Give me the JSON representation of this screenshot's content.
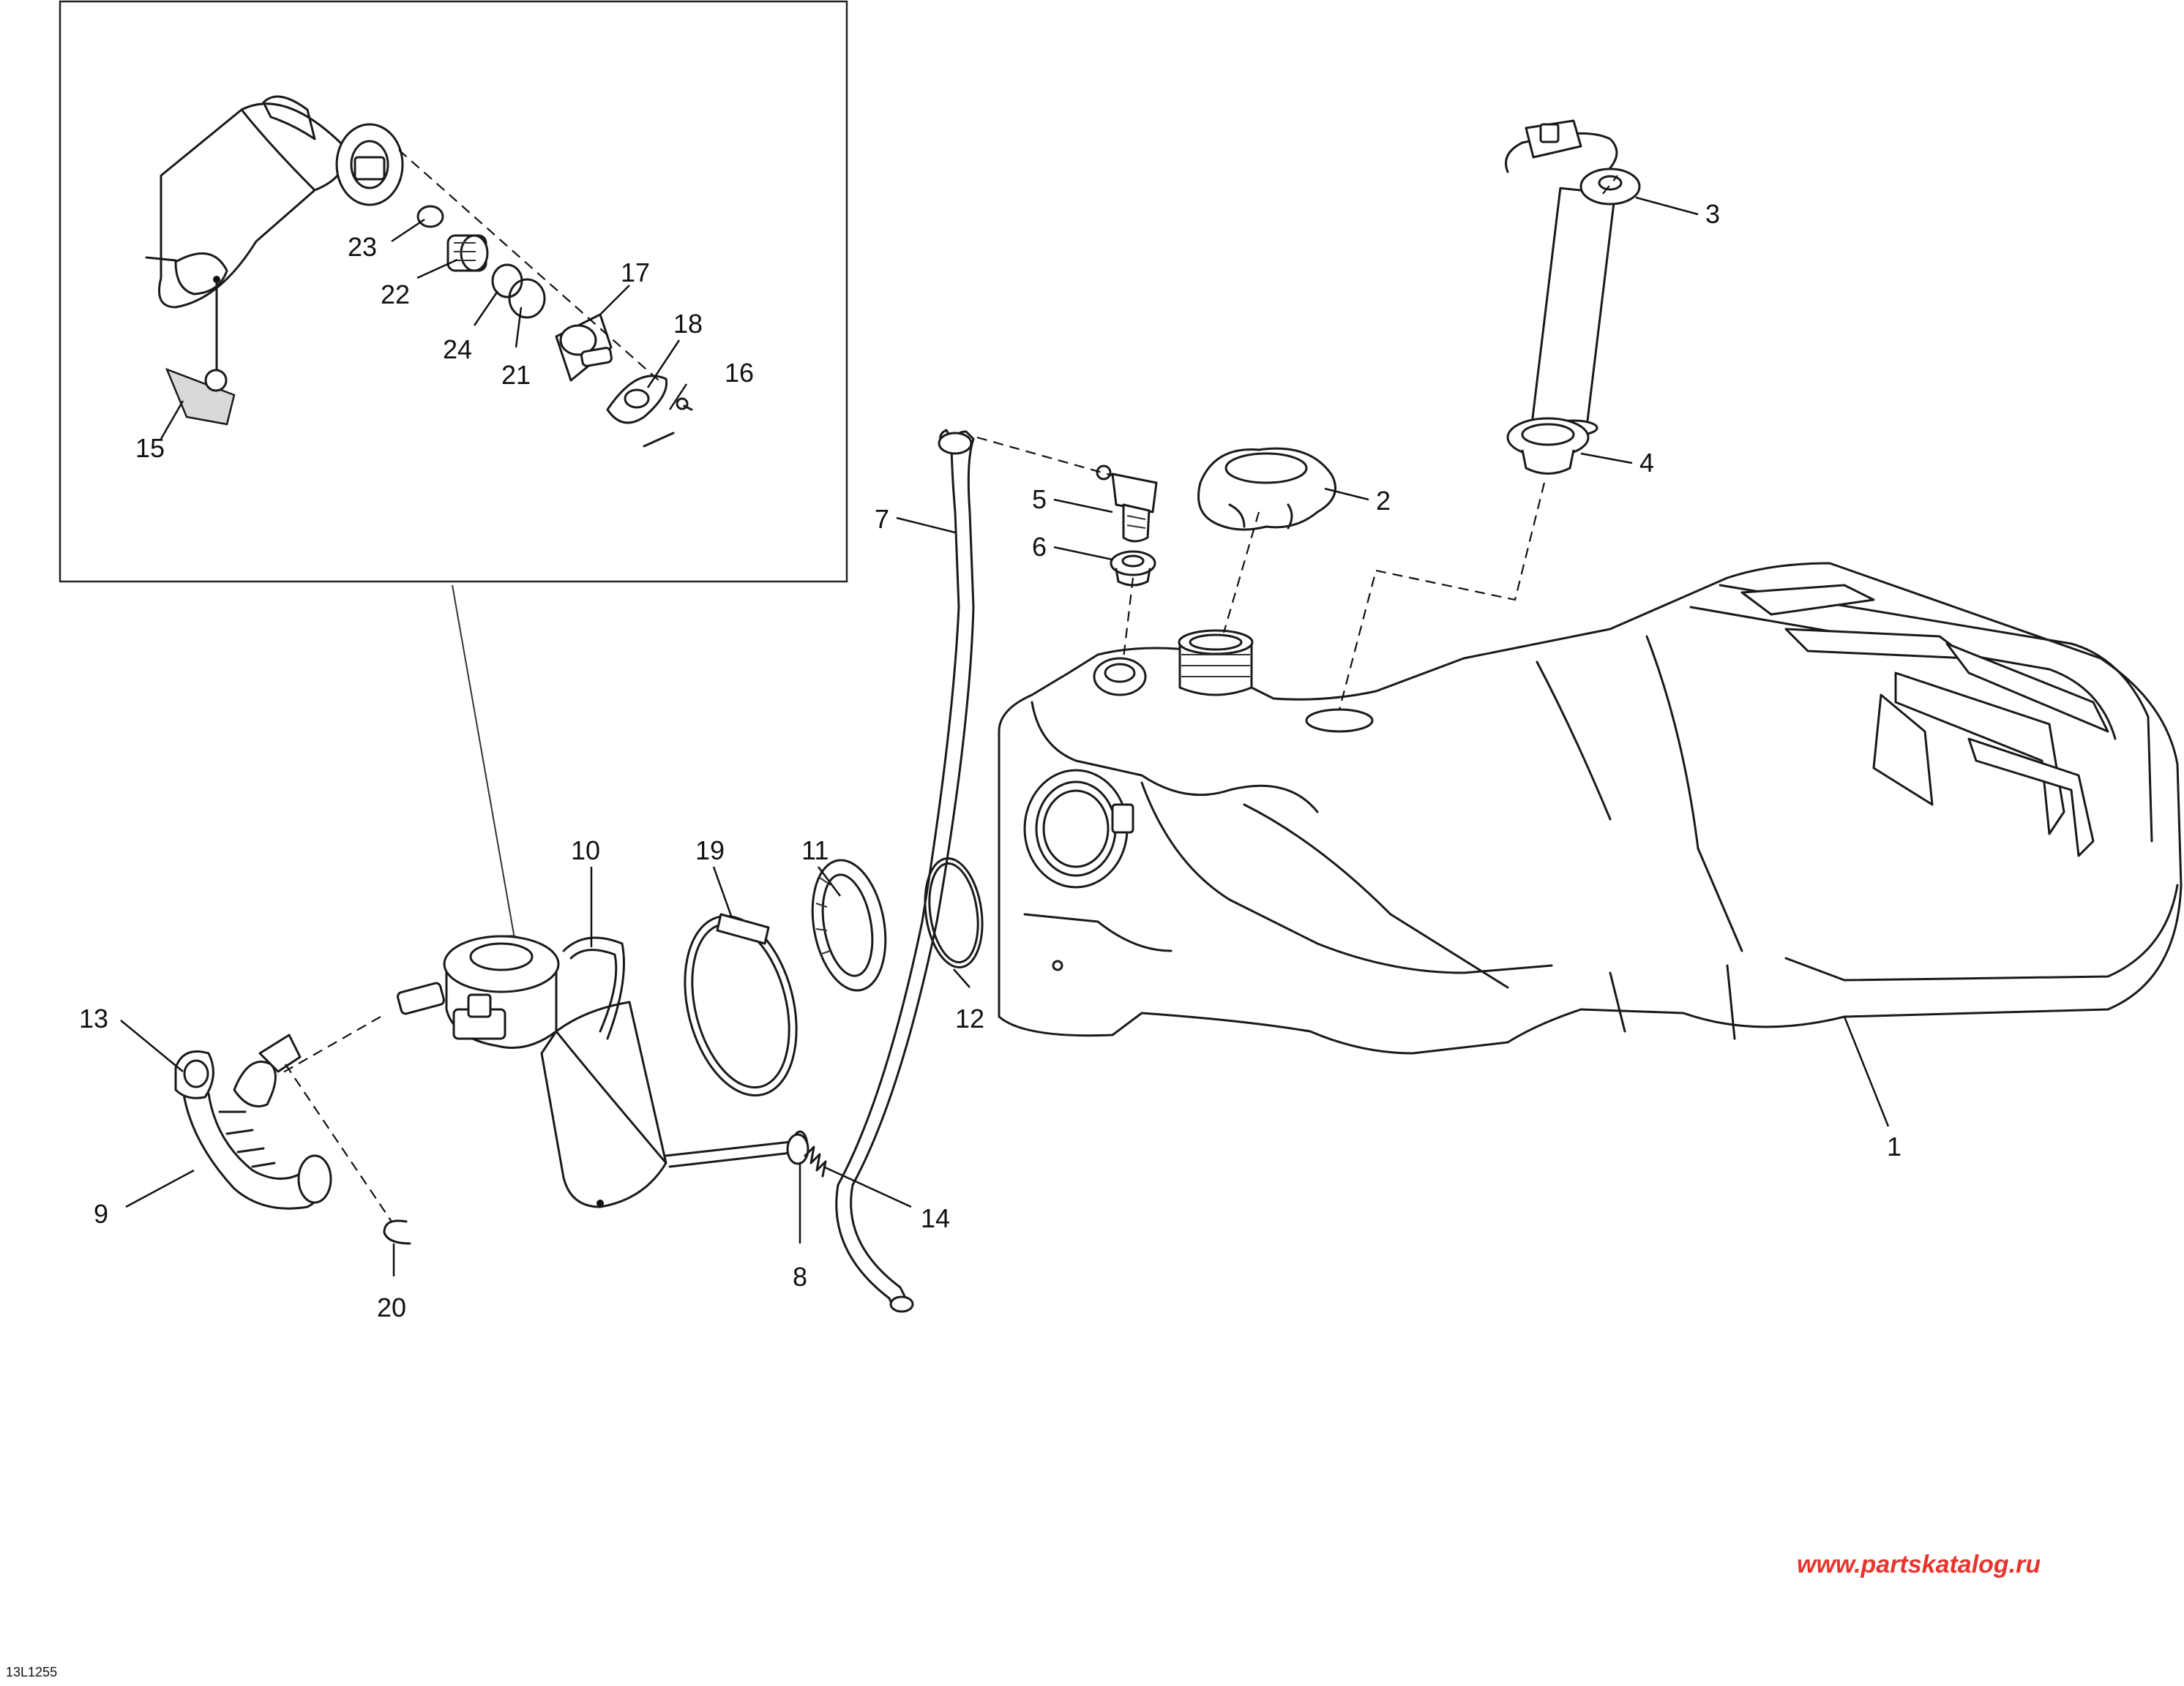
{
  "diagram": {
    "drawing_id": "13L1255",
    "watermark": "www.partskatalog.ru",
    "watermark_color": "#e8342c",
    "inset_callouts": [
      "15",
      "16",
      "17",
      "18",
      "21",
      "22",
      "23",
      "24"
    ],
    "main_callouts": [
      "1",
      "2",
      "3",
      "4",
      "5",
      "6",
      "7",
      "8",
      "9",
      "10",
      "11",
      "12",
      "13",
      "14",
      "19",
      "20"
    ]
  }
}
